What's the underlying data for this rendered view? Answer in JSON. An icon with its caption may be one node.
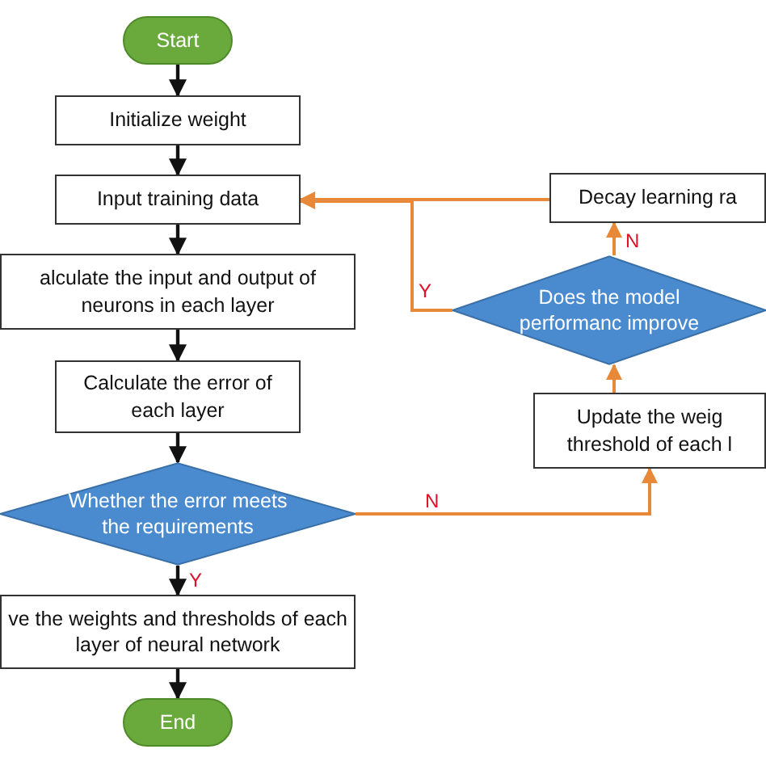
{
  "diagram": {
    "nodes": [
      {
        "text": [
          "Start"
        ]
      },
      {
        "text": [
          "Initialize weight"
        ]
      },
      {
        "text": [
          "Input training data"
        ]
      },
      {
        "text": [
          "alculate the input and output of neurons in each layer"
        ]
      },
      {
        "text": [
          "Calculate the error of each layer"
        ]
      },
      {
        "text": [
          "Whether the error meets the requirements"
        ]
      },
      {
        "text": [
          "ve the weights and thresholds of each layer of neural network"
        ]
      },
      {
        "text": [
          "End"
        ]
      },
      {
        "text": [
          "Update the weig threshold of each l"
        ]
      },
      {
        "text": [
          "Does the model performanc improve"
        ]
      },
      {
        "text": [
          "Decay learning ra"
        ]
      }
    ],
    "edges": [
      {
        "from": 0,
        "to": 1,
        "arrow": "to"
      },
      {
        "from": 1,
        "to": 2,
        "arrow": "to"
      },
      {
        "from": 2,
        "to": 3,
        "arrow": "to"
      },
      {
        "from": 3,
        "to": 4,
        "arrow": "to"
      },
      {
        "from": 4,
        "to": 5,
        "arrow": "to"
      },
      {
        "from": 5,
        "to": 6,
        "arrow": "to",
        "label": "Y"
      },
      {
        "from": 6,
        "to": 7,
        "arrow": "to"
      },
      {
        "from": 5,
        "to": 8,
        "arrow": "to",
        "label": "N",
        "color": "#e8893a"
      },
      {
        "from": 8,
        "to": 9,
        "arrow": "to",
        "color": "#e8893a"
      },
      {
        "from": 9,
        "to": 10,
        "arrow": "to",
        "label": "N",
        "color": "#e8893a"
      },
      {
        "from": 9,
        "to": 2,
        "arrow": "to",
        "label": "Y",
        "color": "#e8893a"
      },
      {
        "from": 10,
        "to": 2,
        "arrow": "to",
        "color": "#e8893a"
      }
    ]
  }
}
